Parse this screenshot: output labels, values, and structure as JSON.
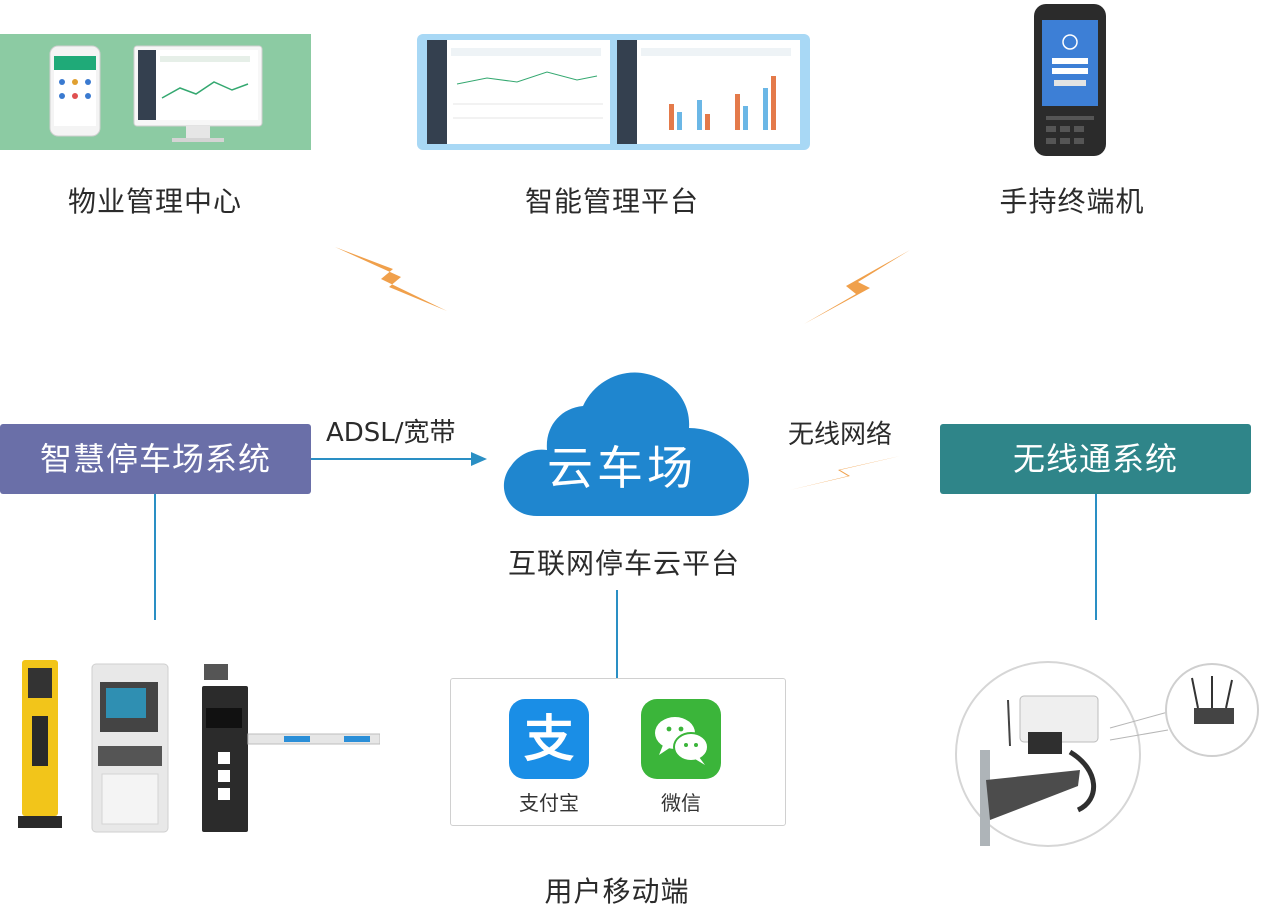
{
  "top": {
    "property_center": "物业管理中心",
    "smart_platform": "智能管理平台",
    "handheld": "手持终端机"
  },
  "left_system": "智慧停车场系统",
  "right_system": "无线通系统",
  "link_left": "ADSL/宽带",
  "link_right": "无线网络",
  "cloud": {
    "label": "云车场",
    "caption": "互联网停车云平台"
  },
  "mobile": {
    "alipay_label": "支付宝",
    "alipay_glyph": "支",
    "wechat_label": "微信",
    "caption": "用户移动端"
  },
  "colors": {
    "left_system": "#6a6fa8",
    "right_system": "#2f8589",
    "cloud": "#1f86cf",
    "lightning": "#f0a04b",
    "connector": "#2a8fc4",
    "alipay": "#1a8ee6",
    "wechat": "#3bb53a"
  }
}
